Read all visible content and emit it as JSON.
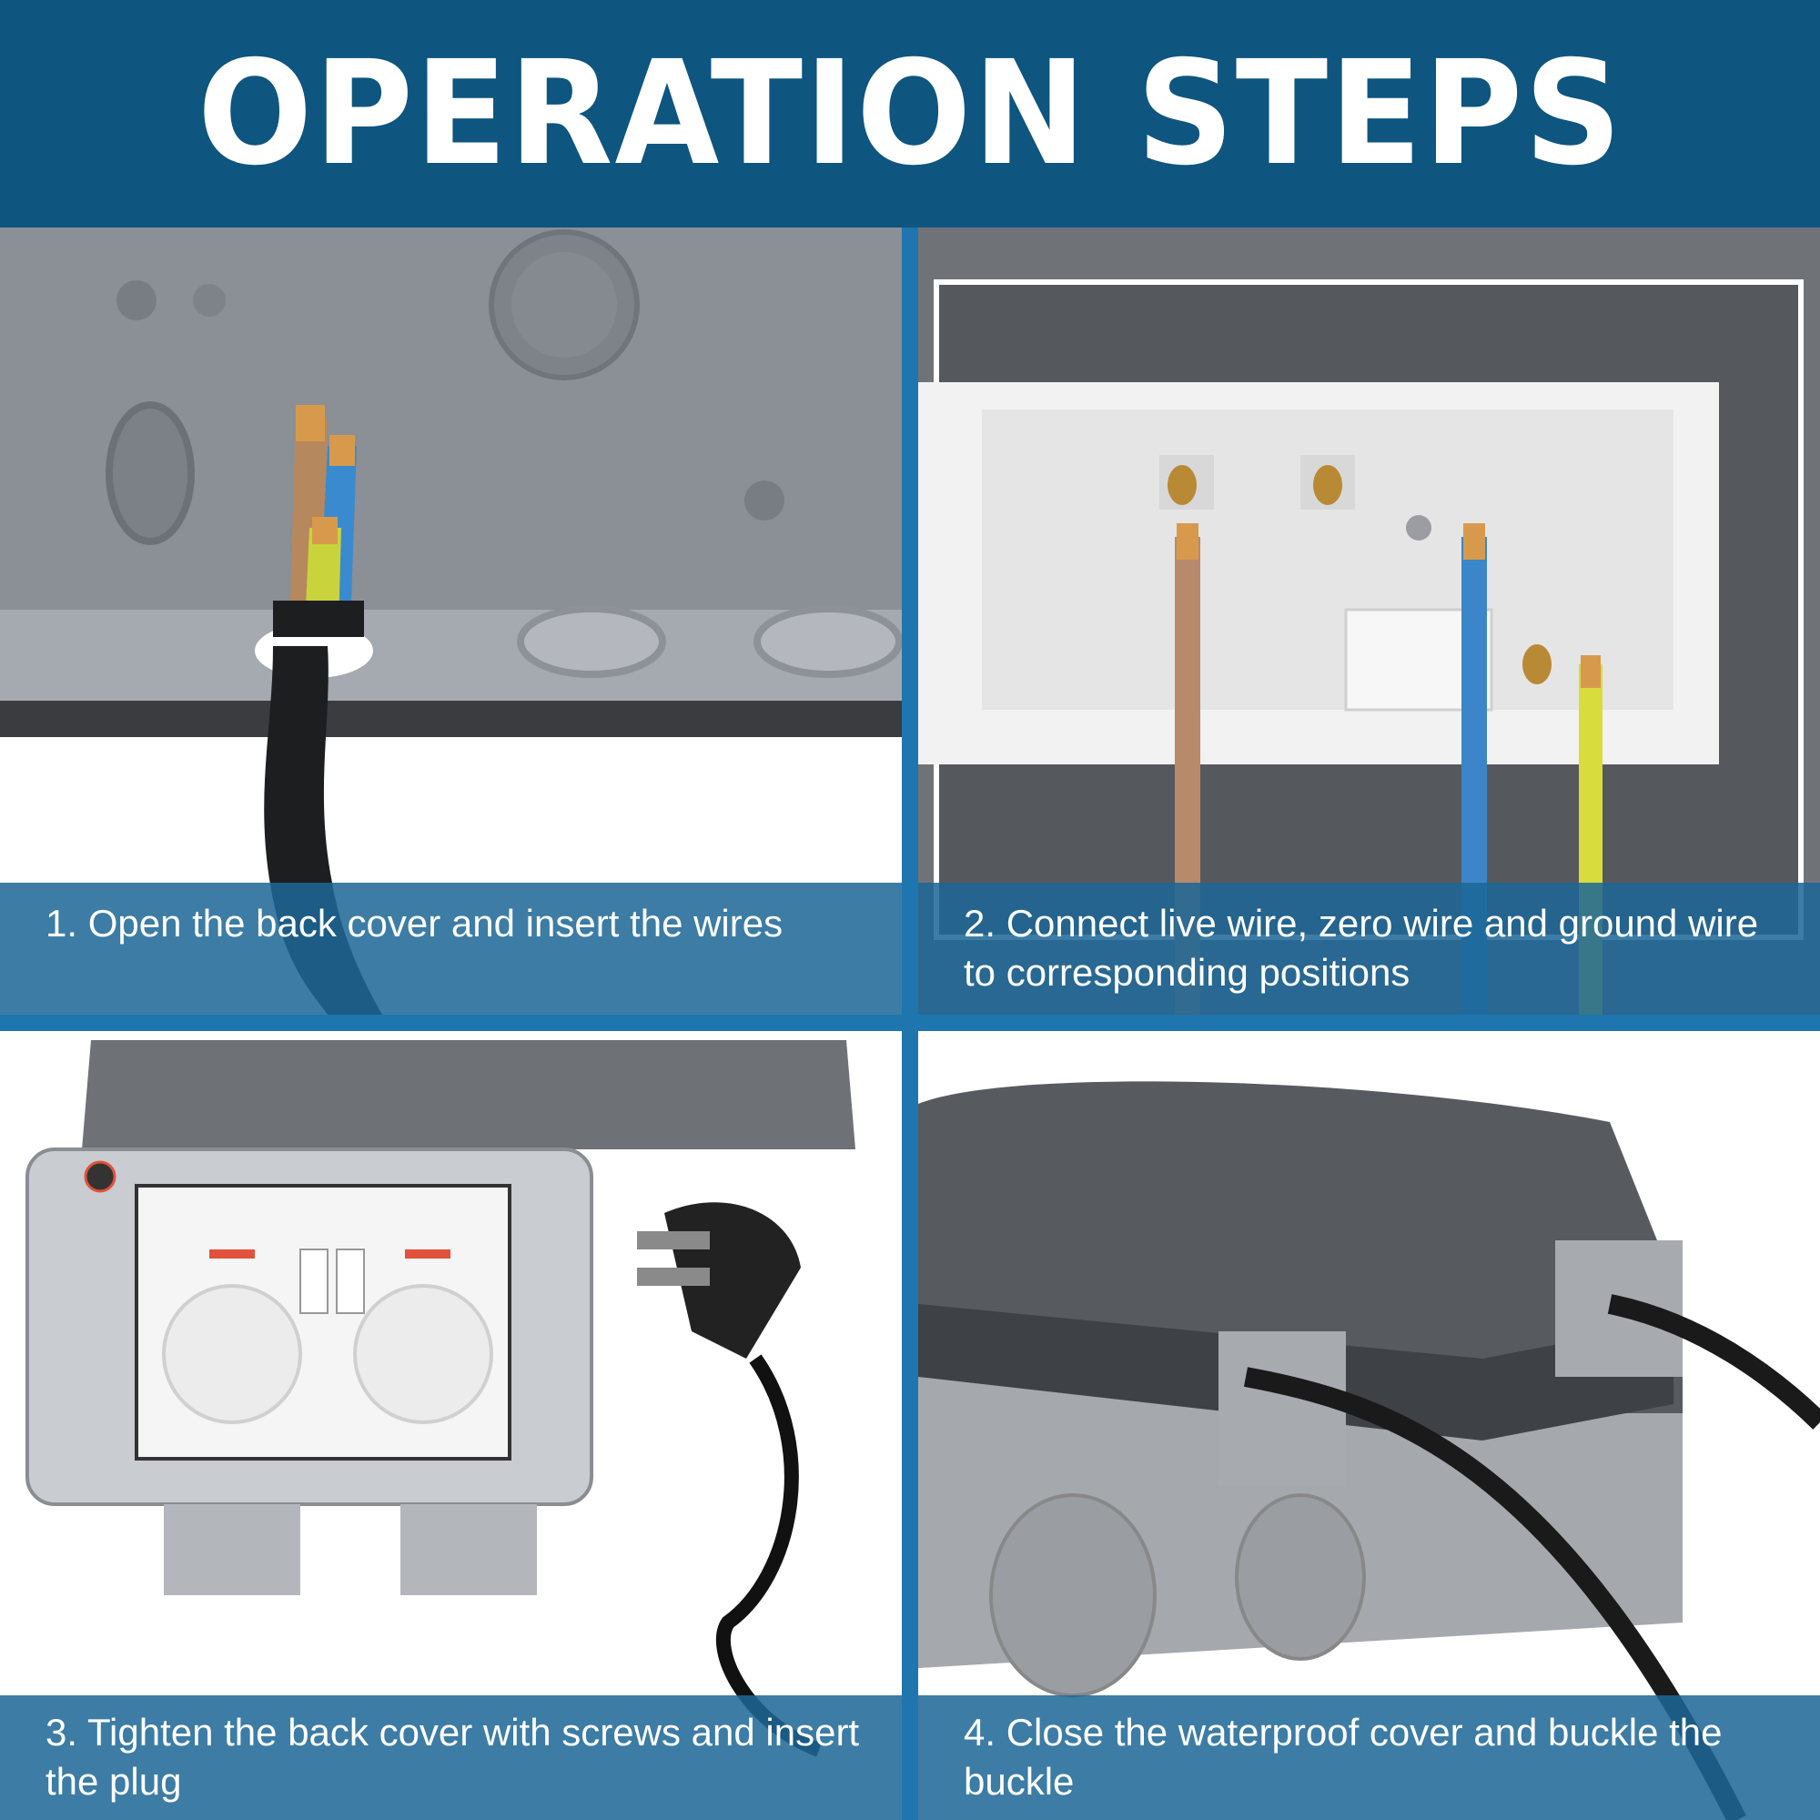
{
  "header": {
    "title": "OPERATION STEPS"
  },
  "steps": [
    {
      "caption": "1. Open the back cover and insert the wires"
    },
    {
      "caption": "2. Connect live wire, zero wire and ground wire to corresponding positions"
    },
    {
      "caption": "3. Tighten the back cover with screws and insert the plug"
    },
    {
      "caption": "4. Close the waterproof cover and buckle the buckle"
    }
  ],
  "colors": {
    "banner": "#0e557f",
    "divider": "#1f75ad",
    "caption_bg": "#1c6696"
  }
}
